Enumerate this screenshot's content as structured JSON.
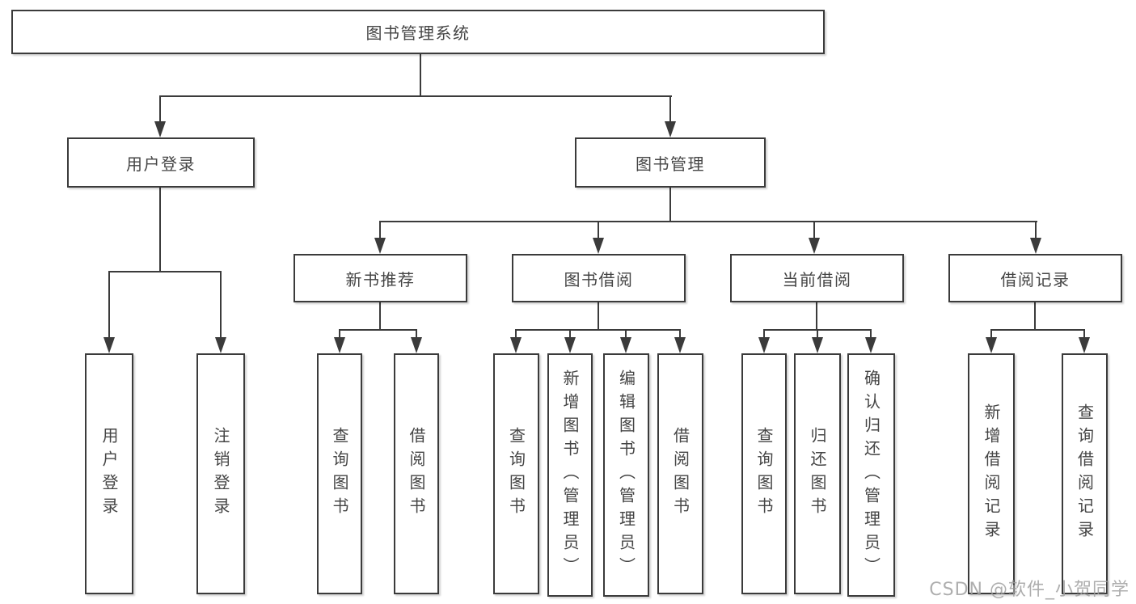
{
  "tree": {
    "root": "图书管理系统",
    "login": {
      "label": "用户登录",
      "children": [
        {
          "label": "用户登录"
        },
        {
          "label": "注销登录"
        }
      ]
    },
    "mgmt": {
      "label": "图书管理",
      "groups": [
        {
          "label": "新书推荐",
          "children": [
            {
              "label": "查询图书"
            },
            {
              "label": "借阅图书"
            }
          ]
        },
        {
          "label": "图书借阅",
          "children": [
            {
              "label": "查询图书"
            },
            {
              "label": "新增图书（管理员）"
            },
            {
              "label": "编辑图书（管理员）"
            },
            {
              "label": "借阅图书"
            }
          ]
        },
        {
          "label": "当前借阅",
          "children": [
            {
              "label": "查询图书"
            },
            {
              "label": "归还图书"
            },
            {
              "label": "确认归还（管理员）"
            }
          ]
        },
        {
          "label": "借阅记录",
          "children": [
            {
              "label": "新增借阅记录"
            },
            {
              "label": "查询借阅记录"
            }
          ]
        }
      ]
    }
  },
  "watermark": "CSDN @软件_小贺同学",
  "colors": {
    "line": "#3b3b3b",
    "text": "#454545",
    "background": "#ffffff",
    "watermark": "#a0a0a0"
  }
}
